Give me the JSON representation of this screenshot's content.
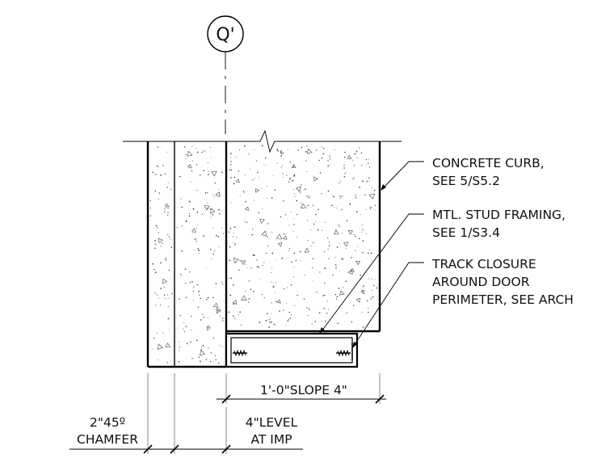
{
  "grid_bubble": {
    "label": "Q'"
  },
  "callouts": [
    {
      "lines": [
        "CONCRETE CURB,",
        "SEE 5/S5.2"
      ]
    },
    {
      "lines": [
        "MTL. STUD FRAMING,",
        "SEE 1/S3.4"
      ]
    },
    {
      "lines": [
        "TRACK CLOSURE",
        "AROUND DOOR",
        "PERIMETER, SEE ARCH"
      ]
    }
  ],
  "dimensions": {
    "top_right": "1'-0\"SLOPE 4\"",
    "bottom_left": [
      "2\"45º",
      "CHAMFER"
    ],
    "bottom_center": [
      "4\"LEVEL",
      "AT IMP"
    ]
  }
}
